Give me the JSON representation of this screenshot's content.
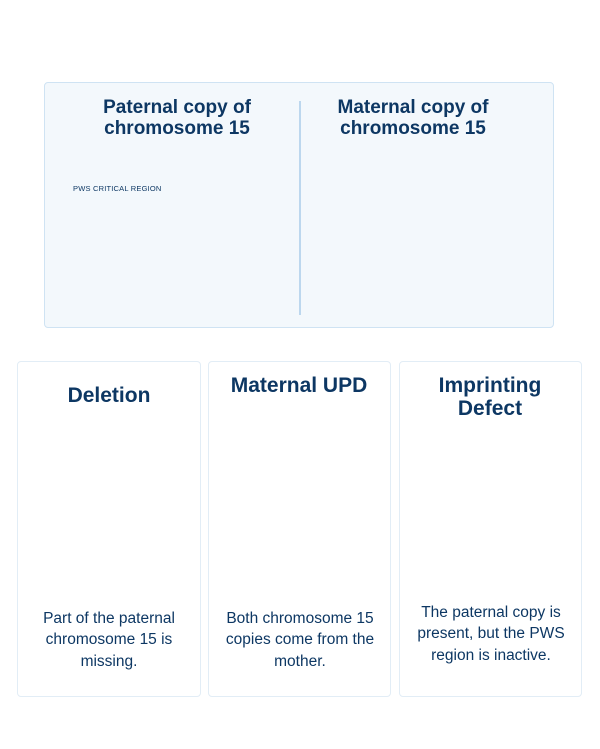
{
  "colors": {
    "paternal": "#2d6fd9",
    "paternal_light": "#89b6f6",
    "maternal": "#f5449a",
    "maternal_light": "#fbb0d6",
    "critical_region": "#f1b94c",
    "inactive_region": "#e4e6ea",
    "text": "#0d3763"
  },
  "top": {
    "paternal_title": "Paternal copy of chromosome 15",
    "maternal_title": "Maternal copy of chromosome 15",
    "pws_label": "PWS CRITICAL REGION"
  },
  "cards": [
    {
      "title": "Deletion",
      "description": "Part of the paternal chromosome 15 is missing."
    },
    {
      "title": "Maternal UPD",
      "description": "Both chromosome 15 copies come from the mother."
    },
    {
      "title": "Imprinting Defect",
      "description": "The paternal copy is present, but the PWS region is inactive."
    }
  ]
}
